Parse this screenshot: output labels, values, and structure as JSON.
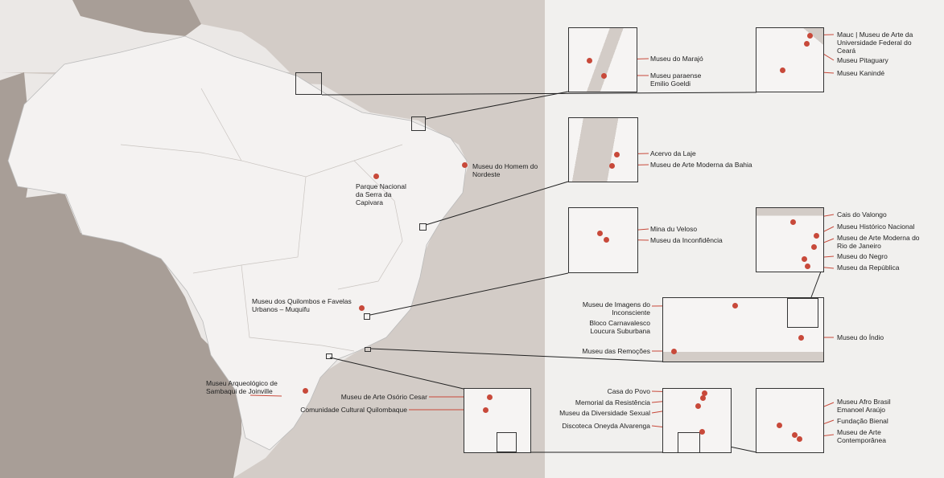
{
  "colors": {
    "sea": "#d3ccc7",
    "land": "#f4f2f1",
    "neighbor": "#a89e97",
    "pin": "#c8493a",
    "panel": "#f1f0ee"
  },
  "main_labels": [
    "Museu do Homem do Nordeste",
    "Parque Nacional da Serra da Capivara",
    "Museu dos Quilombos e Favelas Urbanos – Muquifu",
    "Museu Arqueológico de Sambaqui de Joinville"
  ],
  "insets": {
    "para": [
      "Museu do Marajó",
      "Museu paraense Emilio Goeldi"
    ],
    "ceara": [
      "Mauc | Museu de Arte da Universidade Federal do Ceará",
      "Museu Pitaguary",
      "Museu Kanindé"
    ],
    "bahia": [
      "Acervo da Laje",
      "Museu de Arte Moderna da Bahia"
    ],
    "minas": [
      "Mina du Veloso",
      "Museu da Inconfidência"
    ],
    "rio_centro": [
      "Cais do Valongo",
      "Museu Histórico Nacional",
      "Museu de Arte Moderna do Rio de Janeiro",
      "Museu do Negro",
      "Museu da República"
    ],
    "rio": [
      "Museu de Imagens do Inconsciente",
      "Bloco Carnavalesco Loucura Suburbana",
      "Museu das Remoções",
      "Museu do Índio"
    ],
    "sp_state": [
      "Museu de Arte Osório Cesar",
      "Comunidade Cultural Quilombaque"
    ],
    "sp_city": [
      "Casa do Povo",
      "Memorial da Resistência",
      "Museu da Diversidade Sexual",
      "Discoteca Oneyda Alvarenga"
    ],
    "sp_ibirapuera": [
      "Museu Afro Brasil Emanoel Araújo",
      "Fundação Bienal",
      "Museu de Arte Contemporânea"
    ]
  }
}
